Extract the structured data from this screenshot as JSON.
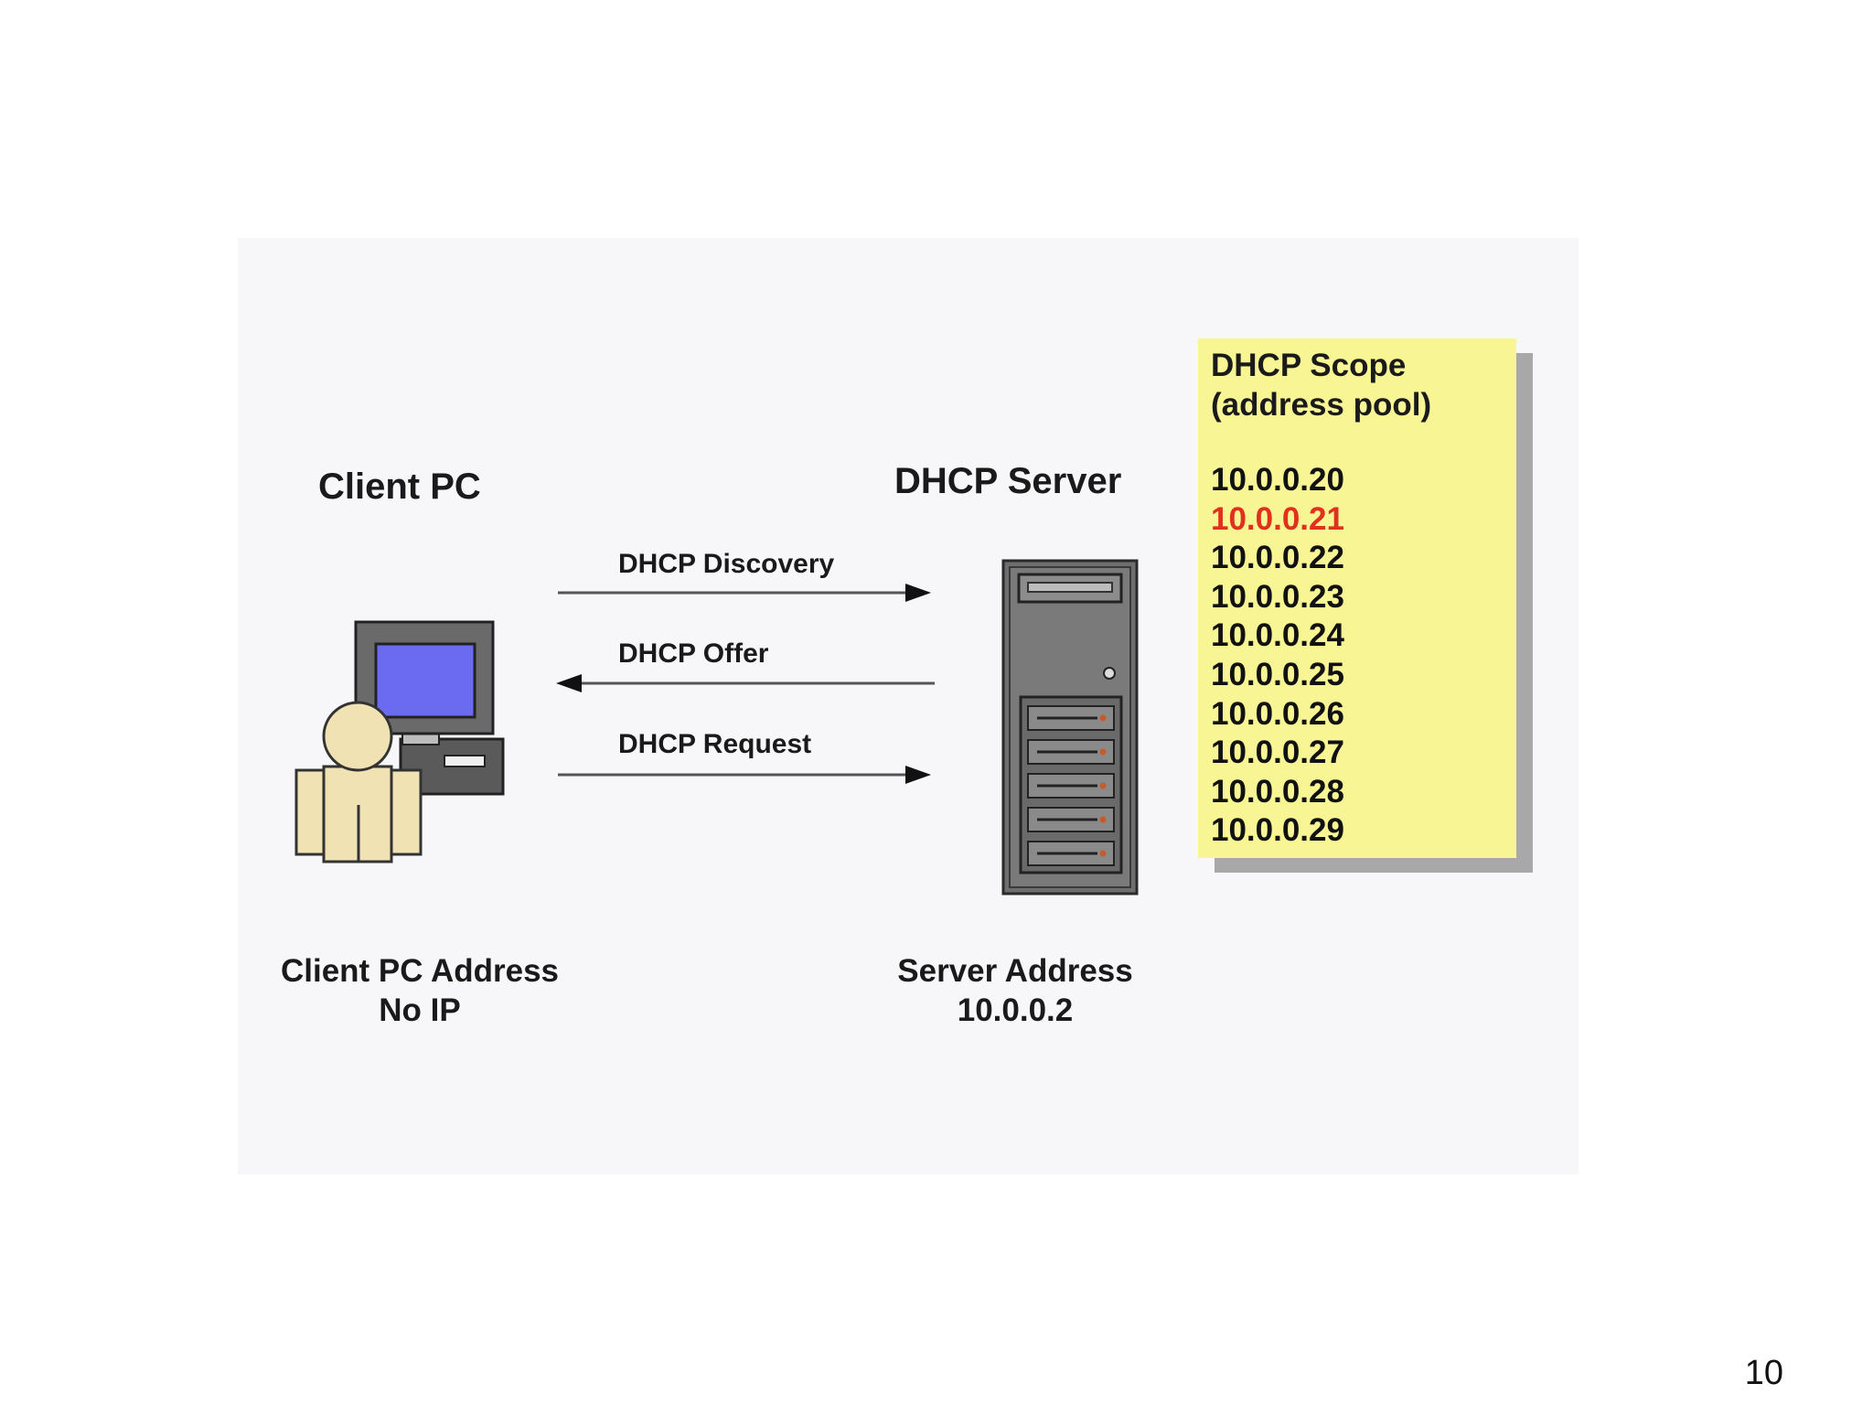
{
  "client": {
    "title": "Client PC",
    "address_label": "Client PC Address",
    "address_value": "No IP"
  },
  "server": {
    "title": "DHCP Server",
    "address_label": "Server Address",
    "address_value": "10.0.0.2"
  },
  "messages": {
    "discovery": "DHCP Discovery",
    "offer": "DHCP Offer",
    "request": "DHCP Request"
  },
  "scope": {
    "title_line1": "DHCP Scope",
    "title_line2": "(address pool)",
    "addresses": [
      "10.0.0.20",
      "10.0.0.21",
      "10.0.0.22",
      "10.0.0.23",
      "10.0.0.24",
      "10.0.0.25",
      "10.0.0.26",
      "10.0.0.27",
      "10.0.0.28",
      "10.0.0.29"
    ],
    "highlighted_address": "10.0.0.21",
    "highlight_color": "#e0301e"
  },
  "page_number": "10",
  "colors": {
    "scope_background": "#f8f594",
    "monitor_screen": "#6b6bf2",
    "person": "#f1e2b4",
    "server_body": "#6e6e6e"
  },
  "icons": [
    "user-at-computer-icon",
    "server-tower-icon"
  ]
}
